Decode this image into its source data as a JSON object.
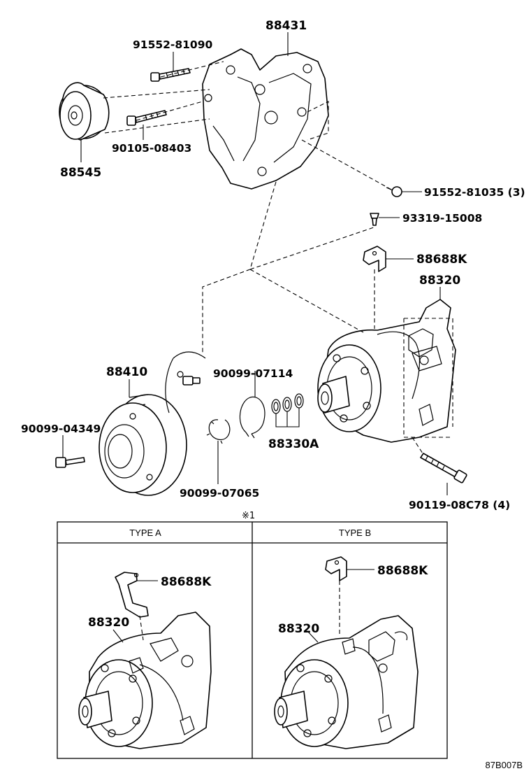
{
  "labels": {
    "bracket": "88431",
    "bolt_top": "91552-81090",
    "bolt_mid": "90105-08403",
    "idler_pulley": "88545",
    "bolt_right": "91552-81035 (3)",
    "screw": "93319-15008",
    "clamp": "88688K",
    "compressor": "88320",
    "clutch": "88410",
    "snap_ring_small": "90099-07114",
    "bolt_clutch": "90099-04349",
    "shims": "88330A",
    "snap_ring_large": "90099-07065",
    "bolt_compressor": "90119-08C78 (4)"
  },
  "note_mark": "※1",
  "types": [
    {
      "header": "TYPE A",
      "clamp": "88688K",
      "compressor": "88320"
    },
    {
      "header": "TYPE B",
      "clamp": "88688K",
      "compressor": "88320"
    }
  ],
  "diagram_code": "87B007B"
}
